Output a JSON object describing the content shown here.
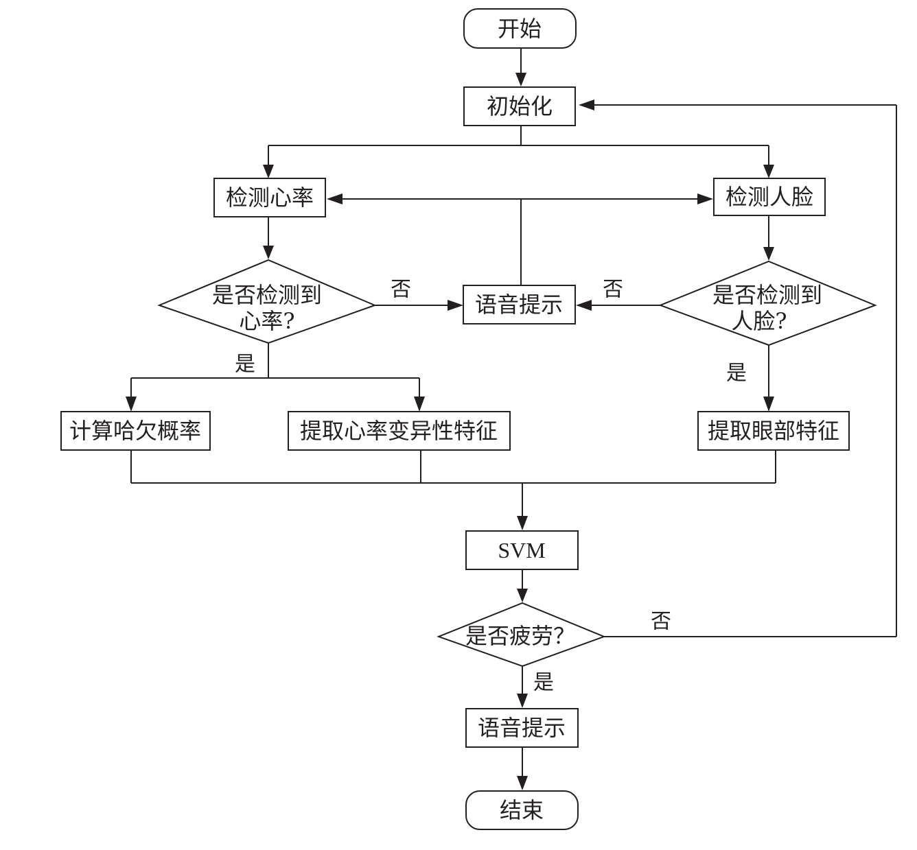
{
  "nodes": {
    "start": "开始",
    "init": "初始化",
    "detect_hr": "检测心率",
    "detect_face": "检测人脸",
    "hr_decision_line1": "是否检测到",
    "hr_decision_line2": "心率?",
    "voice_prompt_middle": "语音提示",
    "face_decision_line1": "是否检测到",
    "face_decision_line2": "人脸?",
    "yawn_prob": "计算哈欠概率",
    "hrv_features": "提取心率变异性特征",
    "eye_features": "提取眼部特征",
    "svm": "SVM",
    "fatigue_decision": "是否疲劳？",
    "voice_prompt_final": "语音提示",
    "end": "结束"
  },
  "edges": {
    "hr_no": "否",
    "hr_yes": "是",
    "face_no": "否",
    "face_yes": "是",
    "fatigue_no": "否",
    "fatigue_yes": "是"
  }
}
